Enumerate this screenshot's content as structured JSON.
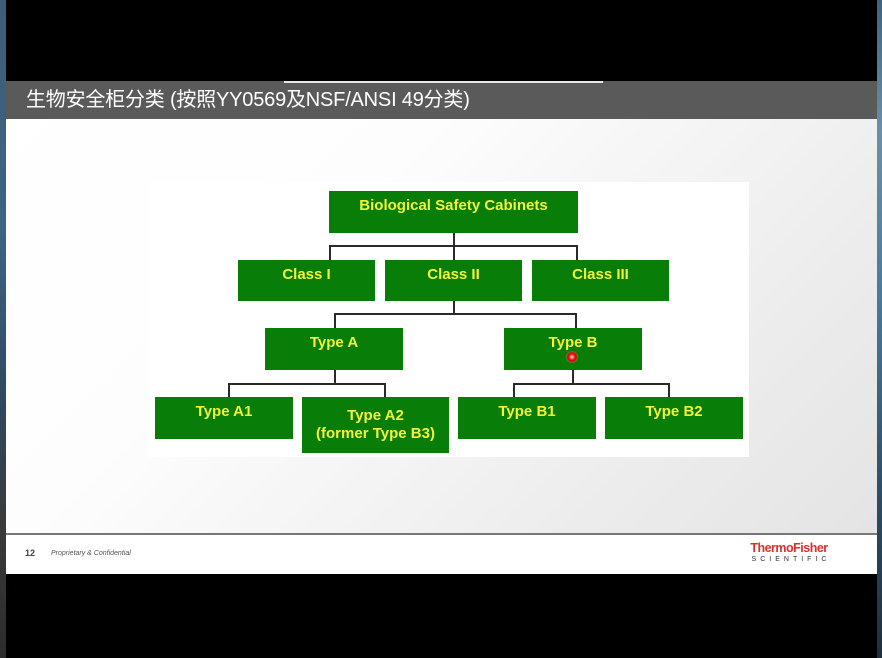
{
  "slide": {
    "title": "生物安全柜分类 (按照YY0569及NSF/ANSI 49分类)",
    "page_number": "12",
    "footer_note": "Proprietary & Confidential",
    "logo": {
      "line1": "ThermoFisher",
      "line2": "SCIENTIFIC"
    }
  },
  "diagram": {
    "root": "Biological Safety Cabinets",
    "classes": [
      "Class I",
      "Class II",
      "Class III"
    ],
    "class_ii_types": [
      "Type A",
      "Type B"
    ],
    "type_a_subtypes": [
      "Type A1",
      "Type A2\n(former Type B3)"
    ],
    "type_a2_line1": "Type A2",
    "type_a2_line2": "(former Type B3)",
    "type_b_subtypes": [
      "Type B1",
      "Type B2"
    ],
    "colors": {
      "box_fill": "#087e08",
      "box_text": "#f2f23a",
      "connector": "#2a2a2a"
    }
  },
  "overlay": {
    "laser_pointer": "red-dot"
  }
}
